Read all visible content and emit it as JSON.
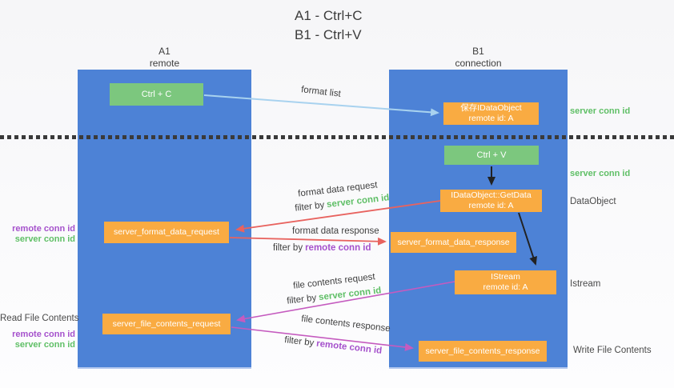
{
  "title": {
    "line1": "A1 - Ctrl+C",
    "line2": "B1 - Ctrl+V"
  },
  "columns": {
    "a1": {
      "name": "A1",
      "subtitle": "remote"
    },
    "b1": {
      "name": "B1",
      "subtitle": "connection"
    }
  },
  "nodes": {
    "ctrl_c": {
      "label": "Ctrl + C"
    },
    "ctrl_v": {
      "label": "Ctrl + V"
    },
    "save_idataobject": {
      "line1": "保存IDataObject",
      "line2": "remote id: A"
    },
    "idataobject_getdata": {
      "line1": "IDataObject::GetData",
      "line2": "remote id: A"
    },
    "istream": {
      "line1": "IStream",
      "line2": "remote id: A"
    },
    "server_format_data_request": {
      "label": "server_format_data_request"
    },
    "server_format_data_response": {
      "label": "server_format_data_response"
    },
    "server_file_contents_request": {
      "label": "server_file_contents_request"
    },
    "server_file_contents_response": {
      "label": "server_file_contents_response"
    }
  },
  "arrow_labels": {
    "format_list": "format list",
    "format_data_request": "format data request",
    "format_data_response": "format data response",
    "file_contents_request": "file contents request",
    "file_contents_response": "file contents response",
    "filter_by": "filter by",
    "server_conn_id": "server conn id",
    "remote_conn_id": "remote conn id"
  },
  "side_labels": {
    "right": {
      "server_conn_id_top": "server conn id",
      "server_conn_id_mid": "server conn id",
      "dataobject": "DataObject",
      "istream": "Istream",
      "write_file_contents": "Write File Contents"
    },
    "left": {
      "remote_conn_id_1": "remote conn id",
      "server_conn_id_1": "server conn id",
      "read_file_contents": "Read File Contents",
      "remote_conn_id_2": "remote conn id",
      "server_conn_id_2": "server conn id"
    }
  },
  "colors": {
    "column_blue": "#4d82d6",
    "box_green": "#7cc77e",
    "box_orange": "#f9ab42",
    "arrow_red": "#e8635f",
    "arrow_magenta": "#c55bbf",
    "arrow_blue": "#a8d2ef",
    "arrow_black": "#222222",
    "text_green": "#5fbf66",
    "text_purple": "#a551cc"
  }
}
